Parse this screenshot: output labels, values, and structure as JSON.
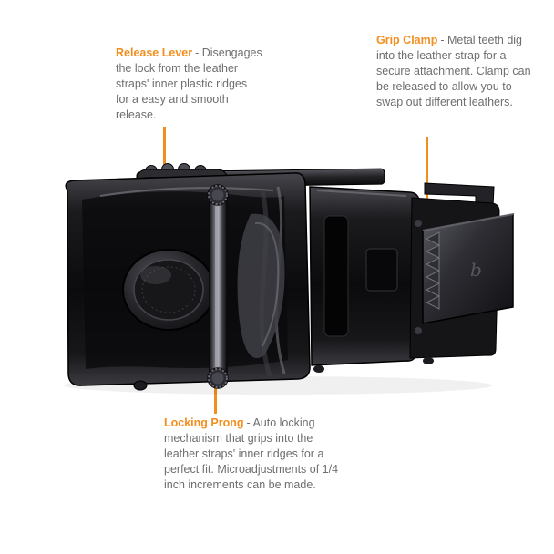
{
  "page": {
    "type": "product-feature-diagram",
    "subject": "ratchet belt buckle",
    "background": "#ffffff"
  },
  "colors": {
    "accent": "#f28e1d",
    "body_text": "#6e6e6e",
    "buckle_metal": "#1a1a1e"
  },
  "annotations": {
    "release_lever": {
      "title": "Release Lever",
      "body": "- Disengages the lock from the leather straps' inner plastic ridges for a easy and smooth release."
    },
    "grip_clamp": {
      "title": "Grip Clamp",
      "body": "- Metal teeth dig into the leather strap for a secure attachment. Clamp can be released to allow you to swap out different leathers."
    },
    "locking_prong": {
      "title": "Locking Prong",
      "body": "- Auto locking mechanism that grips into the leather straps' inner ridges for a perfect fit. Microadjustments of 1/4 inch increments can be made."
    }
  },
  "brand_logo": "b"
}
